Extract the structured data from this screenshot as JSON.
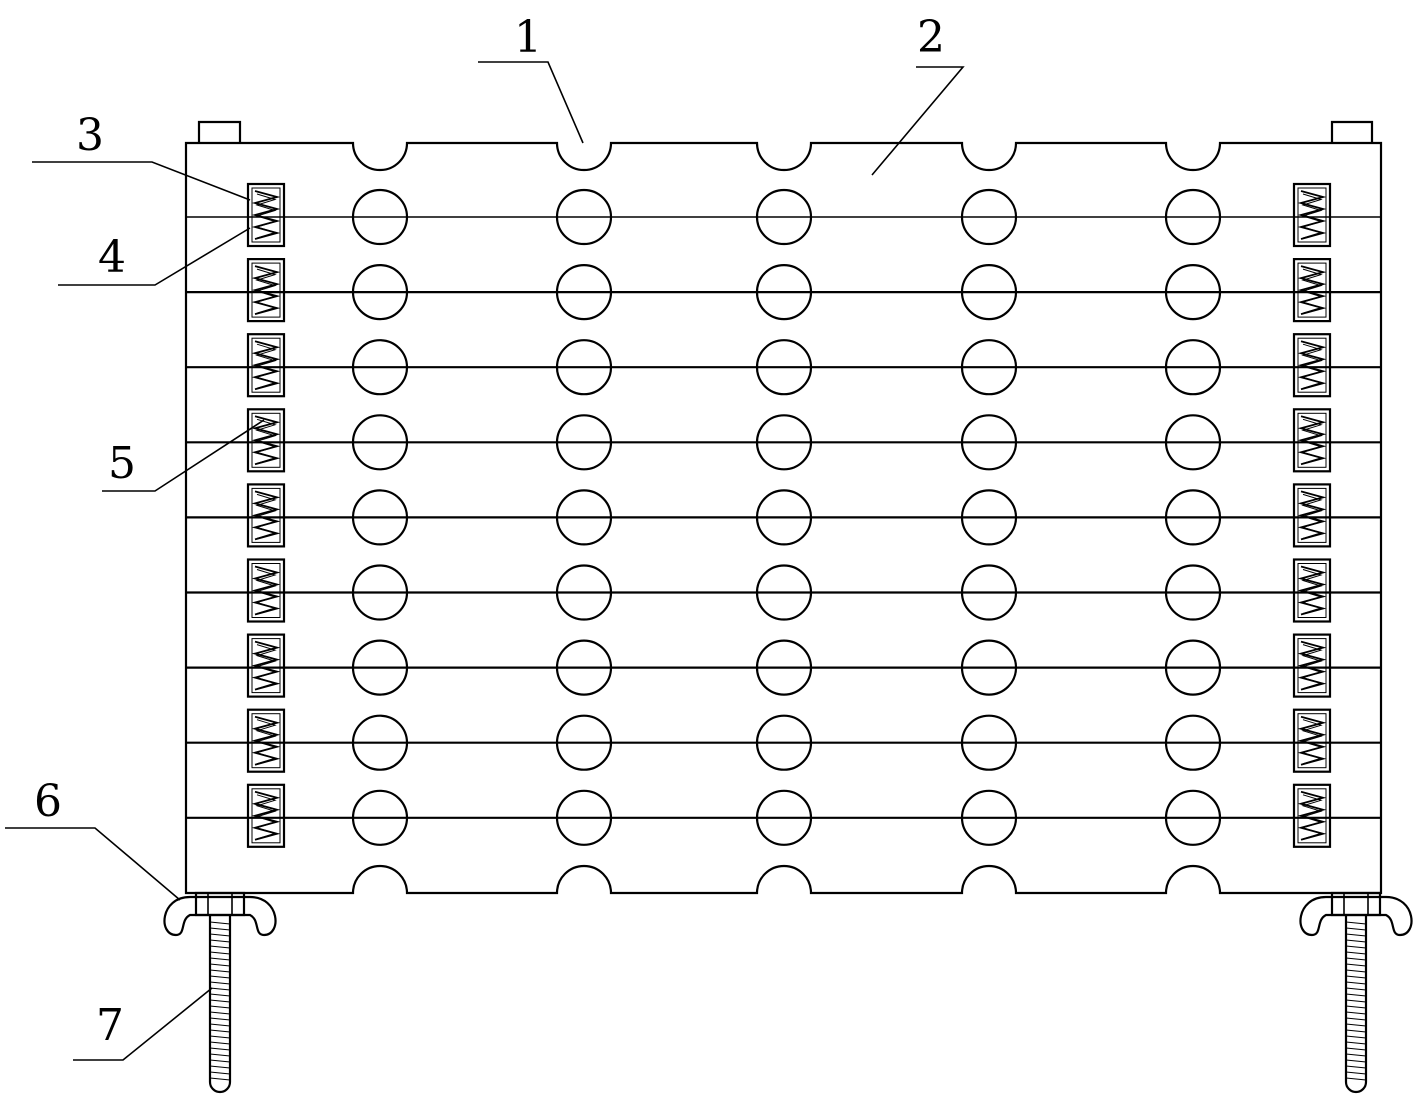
{
  "diagram": {
    "labels": [
      "1",
      "2",
      "3",
      "4",
      "5",
      "6",
      "7"
    ],
    "rows": 9,
    "holes_per_row": 5
  }
}
